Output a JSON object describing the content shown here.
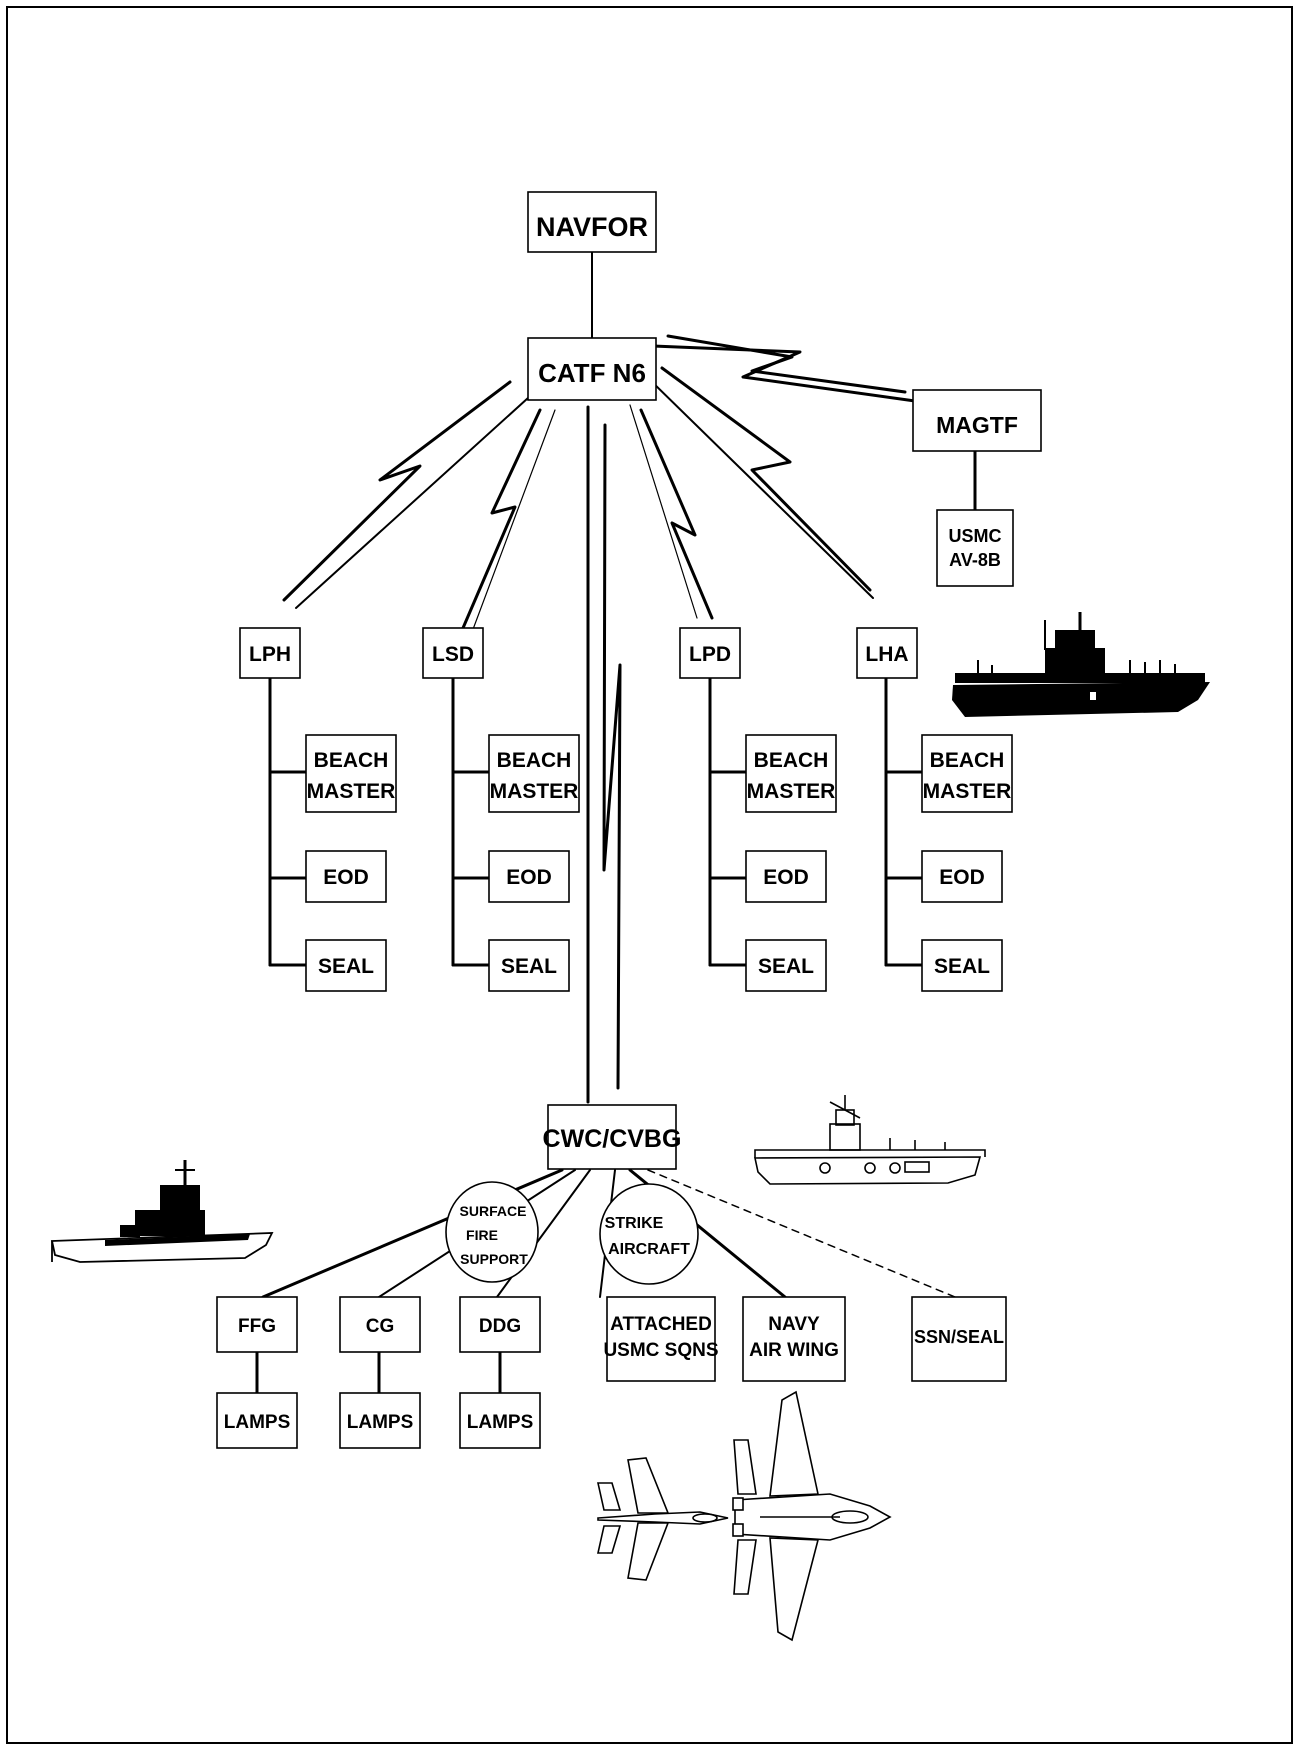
{
  "nodes": {
    "navfor": "NAVFOR",
    "catf": "CATF N6",
    "magtf": "MAGTF",
    "usmc_av8b": [
      "USMC",
      "AV-8B"
    ],
    "lph": "LPH",
    "lsd": "LSD",
    "lpd": "LPD",
    "lha": "LHA",
    "beachmaster": [
      "BEACH",
      "MASTER"
    ],
    "eod": "EOD",
    "seal": "SEAL",
    "cwc": "CWC/CVBG",
    "surface_fire_support": [
      "SURFACE",
      "FIRE",
      "SUPPORT"
    ],
    "strike_aircraft": [
      "STRIKE",
      "AIRCRAFT"
    ],
    "ffg": "FFG",
    "cg": "CG",
    "ddg": "DDG",
    "lamps": "LAMPS",
    "attached_usmc": [
      "ATTACHED",
      "USMC SQNS"
    ],
    "navy_air_wing": [
      "NAVY",
      "AIR WING"
    ],
    "ssn_seal": "SSN/SEAL"
  },
  "illustrations": [
    "amphibious-assault-ship-icon",
    "aircraft-carrier-icon",
    "destroyer-icon",
    "fighter-jet-icon",
    "tomcat-jet-icon"
  ],
  "colors": {
    "ink": "#000000",
    "paper": "#ffffff"
  }
}
